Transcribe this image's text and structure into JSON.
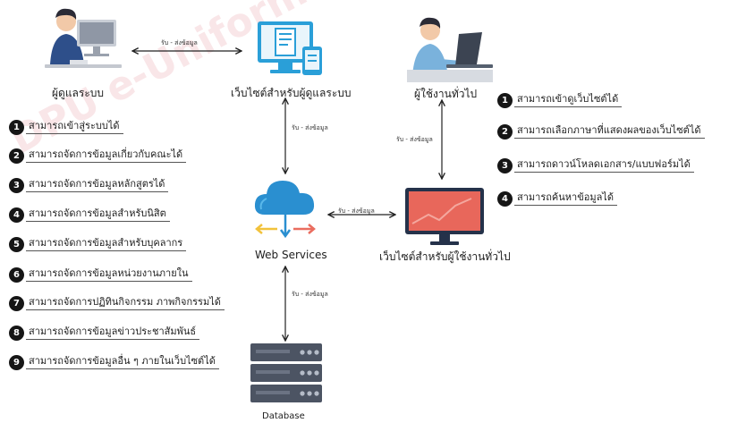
{
  "watermark": "DPU e-Uniform",
  "nodes": {
    "admin": "ผู้ดูแลระบบ",
    "admin_site": "เว็บไซต์สำหรับผู้ดูแลระบบ",
    "user": "ผู้ใช้งานทั่วไป",
    "user_site": "เว็บไซต์สำหรับผู้ใช้งานทั่วไป",
    "web_services": "Web Services",
    "database": "Database"
  },
  "connections": {
    "admin_to_admin_site": "รับ - ส่งข้อมูล",
    "admin_site_to_services": "รับ - ส่งข้อมูล",
    "services_to_user_site": "รับ - ส่งข้อมูล",
    "user_to_user_site": "รับ - ส่งข้อมูล",
    "services_to_database": "รับ - ส่งข้อมูล"
  },
  "admin_features": [
    {
      "num": "1",
      "text": "สามารถเข้าสู่ระบบได้"
    },
    {
      "num": "2",
      "text": "สามารถจัดการข้อมูลเกี่ยวกับคณะได้"
    },
    {
      "num": "3",
      "text": "สามารถจัดการข้อมูลหลักสูตรได้"
    },
    {
      "num": "4",
      "text": "สามารถจัดการข้อมูลสำหรับนิสิต"
    },
    {
      "num": "5",
      "text": "สามารถจัดการข้อมูลสำหรับบุคลากร"
    },
    {
      "num": "6",
      "text": "สามารถจัดการข้อมูลหน่วยงานภายใน"
    },
    {
      "num": "7",
      "text": "สามารถจัดการปฏิทินกิจกรรม ภาพกิจกรรมได้"
    },
    {
      "num": "8",
      "text": "สามารถจัดการข้อมูลข่าวประชาสัมพันธ์"
    },
    {
      "num": "9",
      "text": "สามารถจัดการข้อมูลอื่น ๆ ภายในเว็บไซต์ได้"
    }
  ],
  "user_features": [
    {
      "num": "1",
      "text": "สามารถเข้าดูเว็บไซต์ได้"
    },
    {
      "num": "2",
      "text": "สามารถเลือกภาษาที่แสดงผลของเว็บไซต์ได้"
    },
    {
      "num": "3",
      "text": "สามารถดาวน์โหลดเอกสาร/แบบฟอร์มได้"
    },
    {
      "num": "4",
      "text": "สามารถค้นหาข้อมูลได้"
    }
  ],
  "colors": {
    "accent_blue": "#2a9fd8",
    "dark_navy": "#25324a",
    "screen_red": "#e8675b",
    "server_gray": "#4c5463"
  }
}
